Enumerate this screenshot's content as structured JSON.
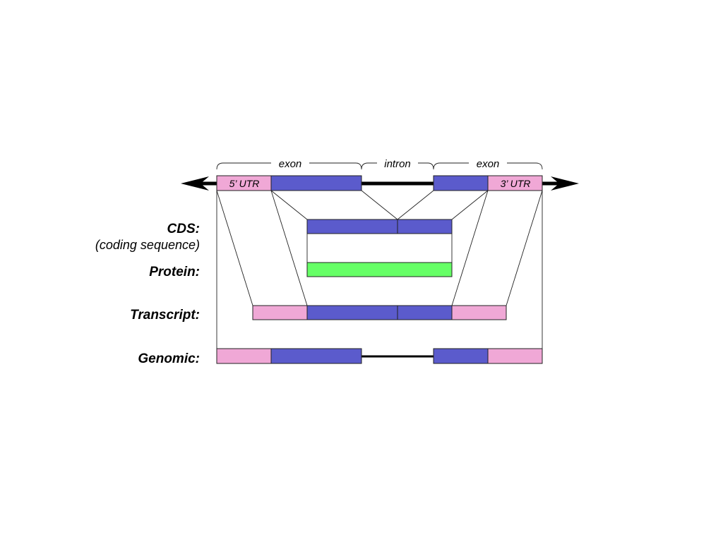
{
  "colors": {
    "utr": "#f0a8d6",
    "coding": "#5b5bcc",
    "protein": "#66ff66",
    "line": "#000000"
  },
  "top_row": {
    "brace_labels": {
      "exon_left": "exon",
      "intron": "intron",
      "exon_right": "exon"
    },
    "utr5_label": "5’ UTR",
    "utr3_label": "3’ UTR"
  },
  "row_labels": {
    "cds": "CDS:",
    "cds_sub": "(coding sequence)",
    "protein": "Protein:",
    "transcript": "Transcript:",
    "genomic": "Genomic:"
  }
}
